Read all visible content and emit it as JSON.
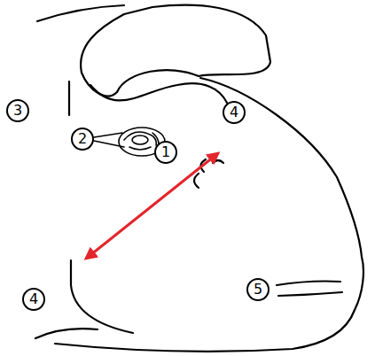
{
  "diagram": {
    "labels": [
      "3",
      "2",
      "1",
      "4",
      "4",
      "5"
    ]
  }
}
